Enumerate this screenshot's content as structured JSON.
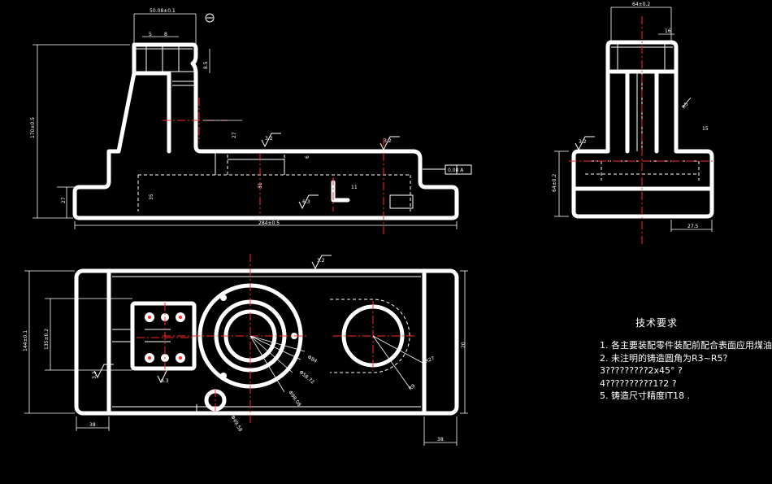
{
  "drawing": {
    "background": "#000000",
    "line_color": "#ffffff",
    "center_line_color": "#ff2a2a",
    "front_view": {
      "dims": {
        "top_width": "50.08±0.1",
        "overall_height": "170±0.5",
        "base_length": "284±0.5",
        "base_height": "27",
        "mid_height": "35",
        "slot_depth": "8.5",
        "small_1": "5",
        "small_2": "8",
        "small_3": "31",
        "small_4": "27",
        "small_5": "6",
        "small_6": "11"
      },
      "roughness": [
        "3.2",
        "3.2",
        "3.2",
        "6.3"
      ],
      "datum_box": "0.08 A"
    },
    "side_view": {
      "dims": {
        "top_width": "64±0.2",
        "height": "64±0.2",
        "bottom_offset": "27.5",
        "small_1": "16",
        "radius": "R5",
        "small_2": "15"
      },
      "roughness": [
        "3.2"
      ]
    },
    "top_view": {
      "dims": {
        "width": "144±0.1",
        "inner": "135±0.2",
        "left_margin": "38",
        "right_margin": "38",
        "d1": "Φ84",
        "d2": "Φ58.72",
        "d3": "Φ98.08",
        "d4": "Φ49.58",
        "r1": "R27",
        "r2": "R9",
        "small": "20"
      },
      "roughness": [
        "3.2",
        "3.2",
        "6.3"
      ]
    },
    "notes": {
      "title": "技术要求",
      "items": [
        "1. 各主要装配零件装配前配合表面应用煤油",
        "2. 未注明的铸造圆角为R3~R5？",
        "3?????????2x45° ?",
        "4??????????1?2 ?",
        "5. 铸造尺寸精度IT18 ."
      ]
    }
  }
}
